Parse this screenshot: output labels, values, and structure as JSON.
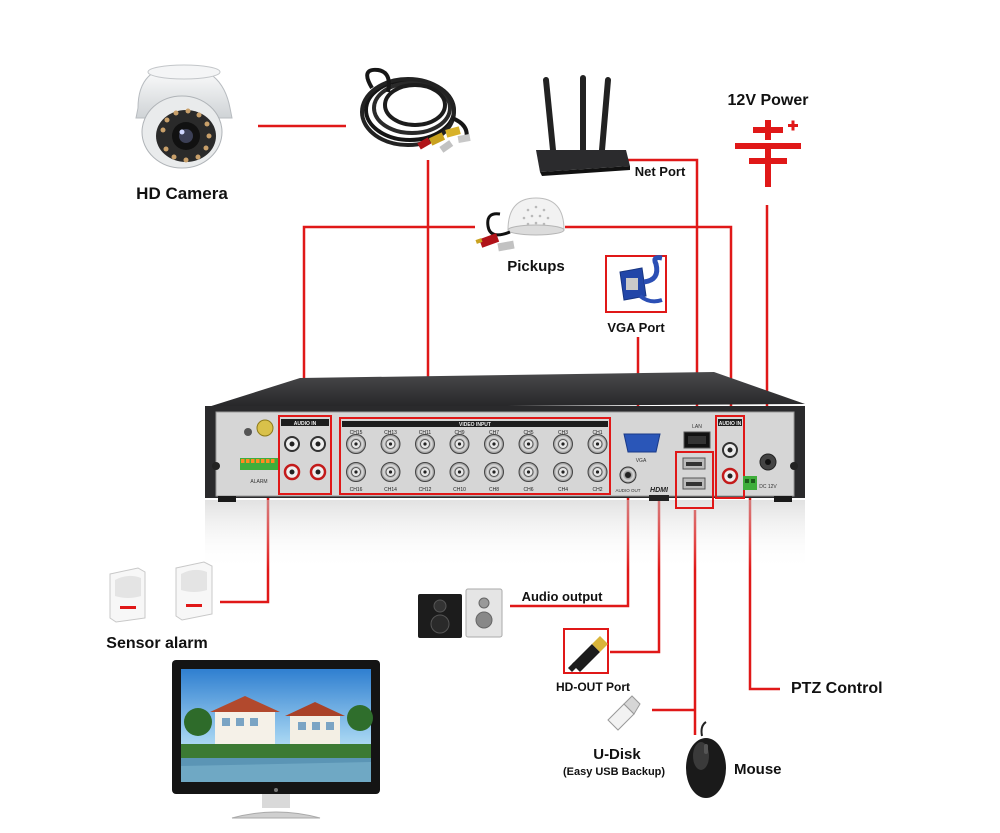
{
  "labels": {
    "hd_camera": "HD Camera",
    "power_12v": "12V Power",
    "net_port": "Net Port",
    "pickups": "Pickups",
    "vga_port": "VGA Port",
    "sensor_alarm": "Sensor alarm",
    "audio_output": "Audio output",
    "hd_out_port": "HD-OUT Port",
    "ptz_control": "PTZ Control",
    "u_disk": "U-Disk",
    "u_disk_sub": "(Easy USB Backup)",
    "mouse": "Mouse"
  },
  "panel_labels": {
    "audio_in_left": "AUDIO IN",
    "video_input": "VIDEO INPUT",
    "audio_in_right": "AUDIO IN",
    "vga": "VGA",
    "audio_out": "AUDIO OUT",
    "hdmi": "HDMI",
    "lan": "LAN",
    "alarm": "ALARM",
    "dc12v": "DC 12V",
    "ch_top": [
      "CH15",
      "CH13",
      "CH11",
      "CH9",
      "CH7",
      "CH5",
      "CH3",
      "CH1"
    ],
    "ch_bottom": [
      "CH16",
      "CH14",
      "CH12",
      "CH10",
      "CH8",
      "CH6",
      "CH4",
      "CH2"
    ]
  },
  "colors": {
    "line": "#e01818",
    "dvr_body": "#2a2a2c",
    "dvr_top": "#3c3c3e",
    "panel": "#d9d9d9",
    "label_text": "#111111"
  },
  "icons": [
    "camera-dome-icon",
    "cable-bundle-icon",
    "router-icon",
    "power-icon",
    "microphone-icon",
    "vga-cable-icon",
    "motion-sensor-icon",
    "speakers-icon",
    "hdmi-plug-icon",
    "usb-disk-icon",
    "mouse-icon",
    "monitor-icon",
    "dvr-recorder-icon"
  ]
}
